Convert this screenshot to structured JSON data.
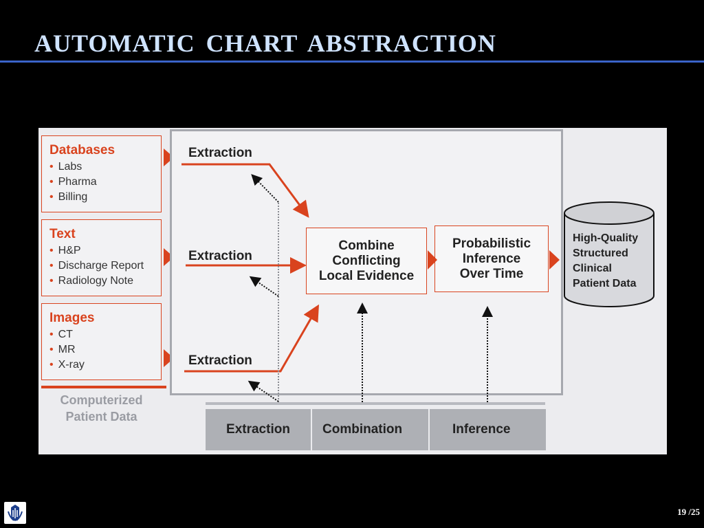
{
  "slide": {
    "title": "AUTOMATIC  CHART  ABSTRACTION",
    "page_number": "19 /25"
  },
  "sources": [
    {
      "title": "Databases",
      "items": [
        "Labs",
        "Pharma",
        "Billing"
      ]
    },
    {
      "title": "Text",
      "items": [
        "H&P",
        "Discharge Report",
        "Radiology Note"
      ]
    },
    {
      "title": "Images",
      "items": [
        "CT",
        "MR",
        "X-ray"
      ]
    }
  ],
  "sources_caption": "Computerized\nPatient Data",
  "extraction_labels": [
    "Extraction",
    "Extraction",
    "Extraction"
  ],
  "process": {
    "combine": "Combine\nConflicting\nLocal Evidence",
    "inference": "Probabilistic\nInference\nOver Time"
  },
  "output": "High-Quality\nStructured\nClinical\nPatient Data",
  "stages": [
    "Extraction",
    "Combination",
    "Inference"
  ],
  "colors": {
    "accent": "#d9431e",
    "title": "#cfe3ff",
    "rule": "#3a63c9"
  },
  "icons": {
    "logo": "university-seal-icon"
  }
}
